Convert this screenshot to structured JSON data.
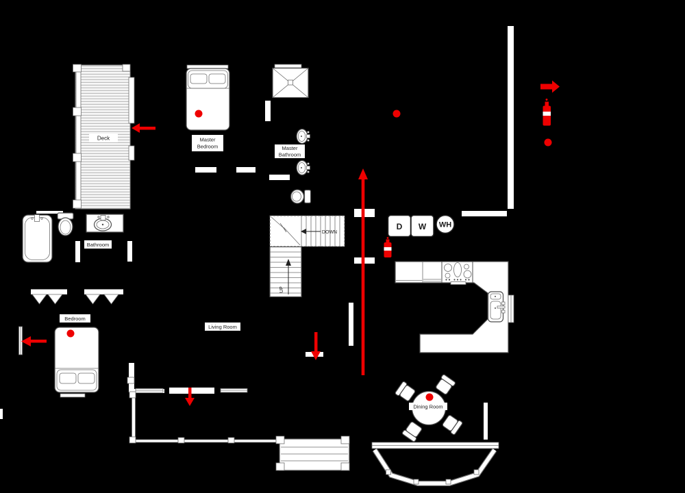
{
  "labels": {
    "deck": "Deck",
    "master_bedroom_1": "Master",
    "master_bedroom_2": "Bedroom",
    "master_bathroom_1": "Master",
    "master_bathroom_2": "Bathroom",
    "bathroom": "Bathroom",
    "bedroom": "Bedroom",
    "living_room": "Living Room",
    "dining_room": "Dining Room",
    "stairs_down": "DOWN",
    "stairs_up": "UP"
  },
  "appliances": {
    "dryer": "D",
    "washer": "W",
    "water_heater": "WH"
  },
  "legend": {
    "items": [
      {
        "icon": "escape-route-arrow-icon"
      },
      {
        "icon": "fire-extinguisher-icon"
      },
      {
        "icon": "smoke-alarm-dot-icon"
      }
    ]
  },
  "colors": {
    "background": "#000000",
    "furniture_outline": "#4d4d4d",
    "fill": "#ffffff",
    "marker_red": "#ee0000"
  }
}
